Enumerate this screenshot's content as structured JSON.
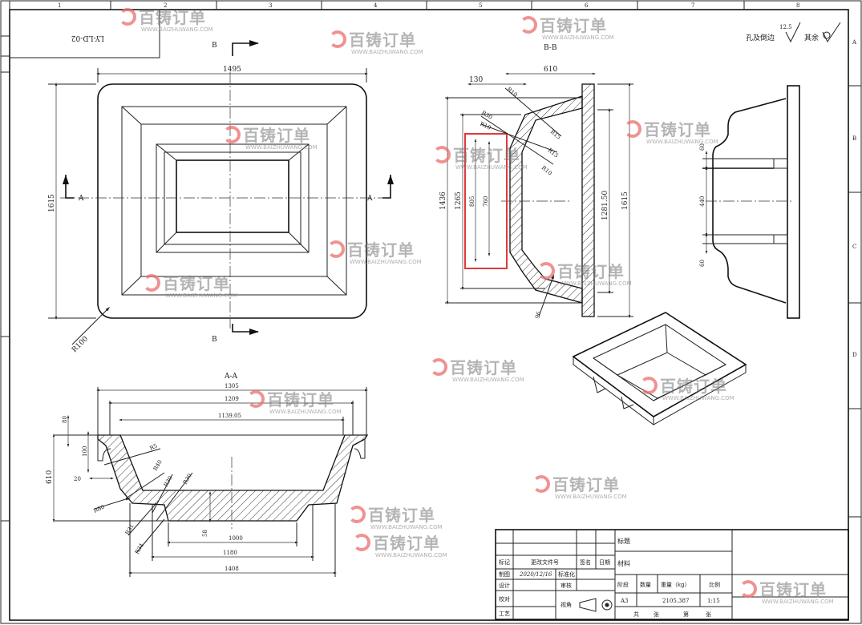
{
  "drawing": {
    "code_box": "LY-LD-02",
    "zone_numbers": [
      "1",
      "2",
      "3",
      "4",
      "5",
      "6",
      "7",
      "8"
    ],
    "zone_letters": [
      "A",
      "B",
      "C",
      "D"
    ],
    "surface_note": {
      "label": "孔及倒边",
      "roughness": "12.5",
      "rest": "其余"
    }
  },
  "plan_view": {
    "width": "1495",
    "height": "1615",
    "radius": "R100",
    "section_a": "A",
    "section_b": "B"
  },
  "section_bb": {
    "title": "B-B",
    "dims": {
      "top": "610",
      "offset": "130",
      "h1": "1436",
      "h2": "1265",
      "h3": "805",
      "h4": "760",
      "h5": "1281.50",
      "h6": "1615",
      "thick": "96"
    },
    "radii": [
      "R10",
      "R30",
      "R10",
      "R15",
      "R15",
      "R10"
    ]
  },
  "side_view": {
    "d1": "60",
    "d2": "440",
    "d3": "60"
  },
  "section_aa": {
    "title": "A-A",
    "dims": {
      "w1": "1305",
      "w2": "1209",
      "w3": "1139.05",
      "h": "610",
      "d80": "80",
      "d100": "100",
      "d20": "20",
      "b1": "1000",
      "b2": "1180",
      "b3": "1408",
      "t": "58"
    },
    "radii": [
      "R5",
      "R40",
      "R30",
      "R30",
      "R80",
      "R31",
      "R34"
    ]
  },
  "title_block": {
    "rows": [
      {
        "c1": "标记",
        "c2": "更改文件号",
        "c3": "签名",
        "c4": "日期"
      },
      {
        "c1": "制图",
        "c2": "2020/12/16",
        "c3": "标准化"
      },
      {
        "c1": "设计",
        "c3": "审核"
      },
      {
        "c1": "校对",
        "c3": "视角"
      },
      {
        "c1": "工艺"
      }
    ],
    "title_label": "标题",
    "material_label": "材料",
    "headers": [
      "阶段",
      "数量",
      "重量（kg）",
      "比例"
    ],
    "values": {
      "stage": "A3",
      "weight": "2105.387",
      "scale": "1:15"
    },
    "sheet": [
      "共",
      "张",
      "第",
      "张"
    ]
  },
  "watermark": {
    "brand": "百铸订单",
    "url": "WWW.BAIZHUWANG.COM"
  }
}
